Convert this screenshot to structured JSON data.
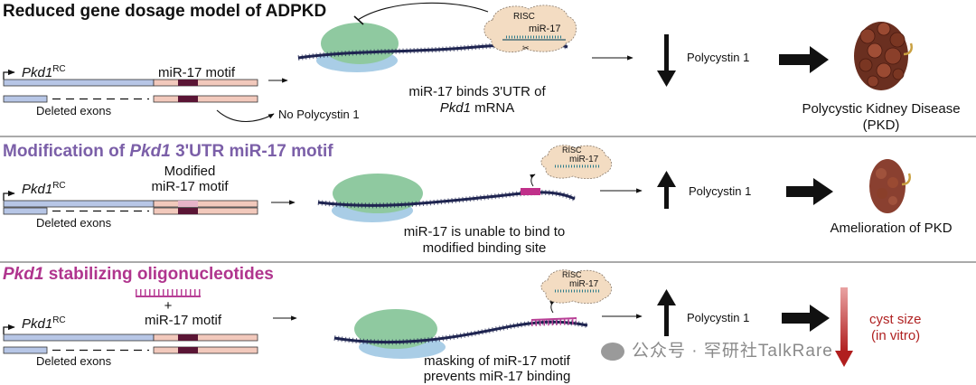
{
  "section1": {
    "title": "Reduced gene dosage model of ADPKD",
    "gene": "Pkd1",
    "gene_sup": "RC",
    "motif_label": "miR-17 motif",
    "deleted_label": "Deleted exons",
    "no_polycystin": "No Polycystin 1",
    "risc": "RISC",
    "mir": "miR-17",
    "binding_line1": "miR-17 binds 3'UTR of",
    "binding_line2_gene": "Pkd1",
    "binding_line2_rest": " mRNA",
    "polycystin": "Polycystin 1",
    "outcome_line1": "Polycystic Kidney Disease",
    "outcome_line2": "(PKD)"
  },
  "section2": {
    "title_prefix": "Modification of ",
    "title_gene": "Pkd1",
    "title_suffix": " 3'UTR miR-17 motif",
    "gene": "Pkd1",
    "gene_sup": "RC",
    "motif_line1": "Modified",
    "motif_line2": "miR-17 motif",
    "deleted_label": "Deleted exons",
    "risc": "RISC",
    "mir": "miR-17",
    "binding_line1": "miR-17 is unable to bind to",
    "binding_line2": "modified binding site",
    "polycystin": "Polycystin 1",
    "outcome": "Amelioration of PKD"
  },
  "section3": {
    "title_gene": "Pkd1",
    "title_rest": " stabilizing oligonucleotides",
    "gene": "Pkd1",
    "gene_sup": "RC",
    "plus": "+",
    "motif_label": "miR-17 motif",
    "deleted_label": "Deleted exons",
    "risc": "RISC",
    "mir": "miR-17",
    "binding_line1": "masking of miR-17 motif",
    "binding_line2": "prevents miR-17 binding",
    "polycystin": "Polycystin 1",
    "outcome_line1": "cyst size",
    "outcome_line2": "(in vitro)"
  },
  "watermark": "公众号 · 罕研社TalkRare",
  "colors": {
    "title_purple": "#7b5fa8",
    "title_magenta": "#b0358e",
    "gene_blue": "#b7c6e6",
    "gene_pink": "#f2c9bc",
    "motif_dark": "#5a1535",
    "motif_light": "#e6b3c8",
    "ribosome_green": "#8fc9a0",
    "ribosome_blue": "#a9cde6",
    "risc_tan": "#f3dcc2",
    "oligo_magenta": "#b83f96",
    "cyst_red": "#b02222"
  }
}
